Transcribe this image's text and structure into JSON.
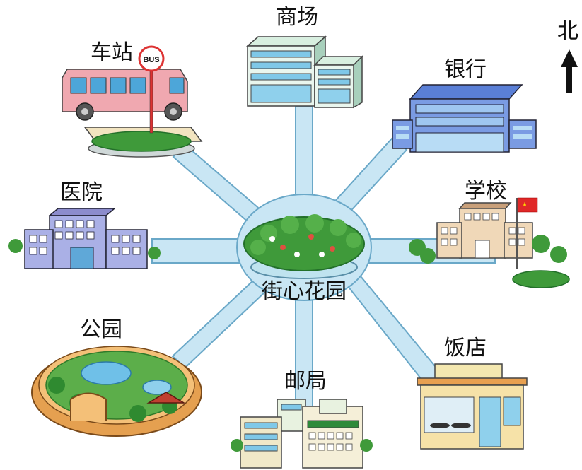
{
  "north_label": "北",
  "center_label": "街心花园",
  "places": {
    "bus_station": "车站",
    "mall": "商场",
    "bank": "银行",
    "hospital": "医院",
    "school": "学校",
    "park": "公园",
    "post_office": "邮局",
    "restaurant": "饭店"
  },
  "bus_sign_text": "BUS",
  "colors": {
    "road": "#c9e6f4",
    "road_edge": "#6aa8c8",
    "foliage": "#3f9a3a",
    "foliage_dark": "#23702a"
  }
}
